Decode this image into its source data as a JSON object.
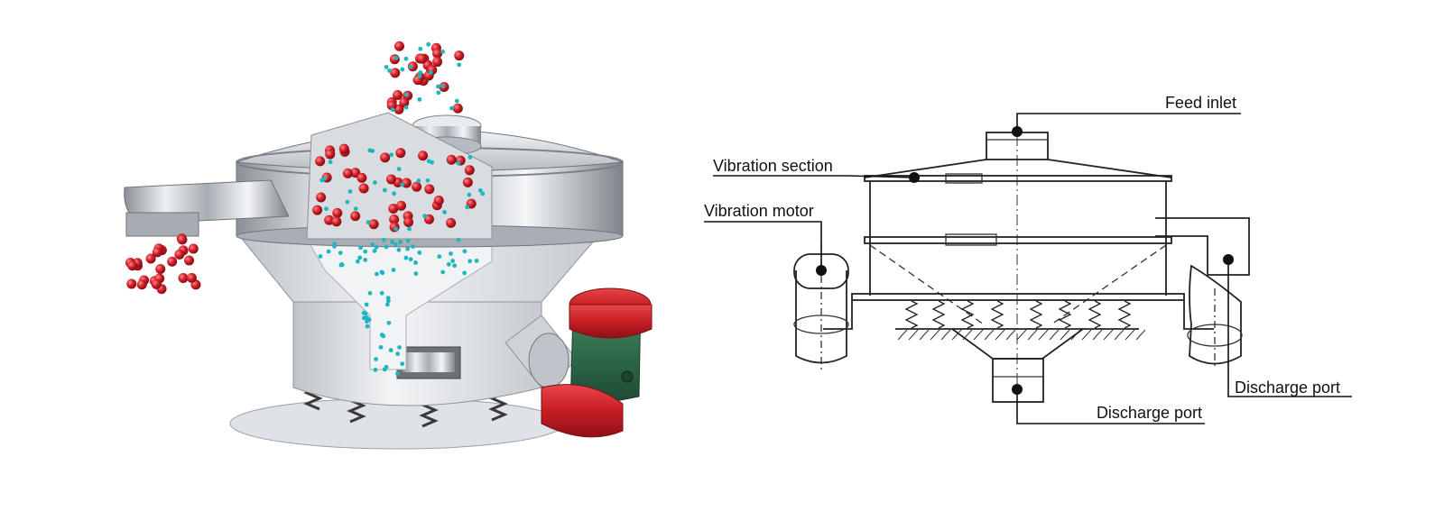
{
  "labels": {
    "feed_inlet": "Feed inlet",
    "vibration_section": "Vibration section",
    "vibration_motor": "Vibration motor",
    "discharge_port_side": "Discharge port",
    "discharge_port_bottom": "Discharge port"
  },
  "colors": {
    "particle_red": "#d21e28",
    "particle_cyan": "#1fb7bf",
    "motor_red": "#c81e25",
    "motor_green": "#2f6a4a",
    "steel": "#c9ced4",
    "frame_white": "#e9ecef"
  }
}
